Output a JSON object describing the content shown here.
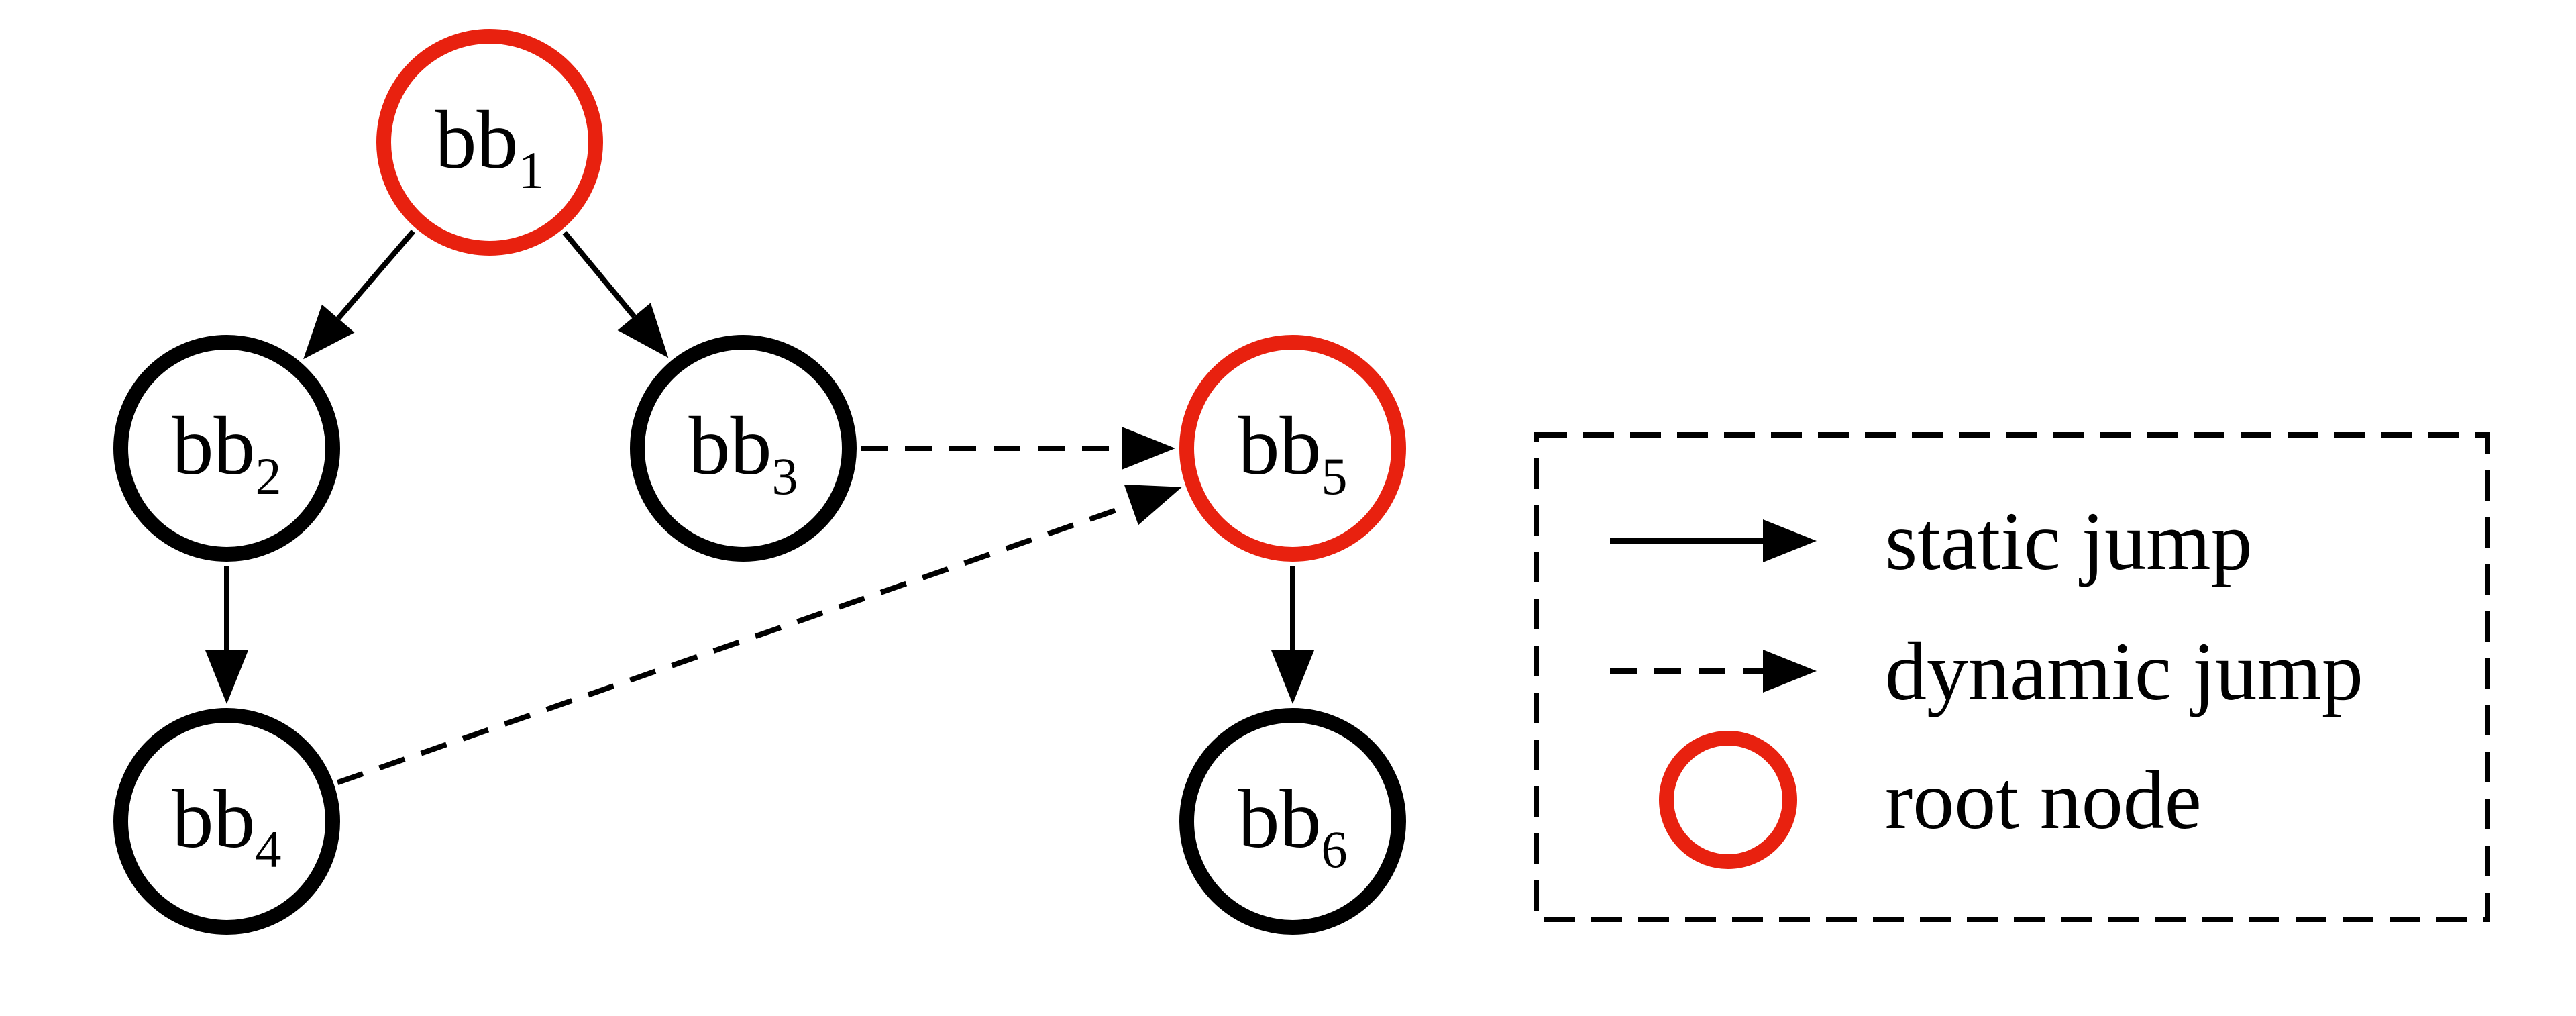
{
  "diagram": {
    "nodes": [
      {
        "id": "bb1",
        "base": "bb",
        "sub": "1",
        "root": true
      },
      {
        "id": "bb2",
        "base": "bb",
        "sub": "2",
        "root": false
      },
      {
        "id": "bb3",
        "base": "bb",
        "sub": "3",
        "root": false
      },
      {
        "id": "bb4",
        "base": "bb",
        "sub": "4",
        "root": false
      },
      {
        "id": "bb5",
        "base": "bb",
        "sub": "5",
        "root": true
      },
      {
        "id": "bb6",
        "base": "bb",
        "sub": "6",
        "root": false
      }
    ],
    "edges": [
      {
        "from": "bb1",
        "to": "bb2",
        "kind": "static"
      },
      {
        "from": "bb1",
        "to": "bb3",
        "kind": "static"
      },
      {
        "from": "bb2",
        "to": "bb4",
        "kind": "static"
      },
      {
        "from": "bb3",
        "to": "bb5",
        "kind": "dynamic"
      },
      {
        "from": "bb4",
        "to": "bb5",
        "kind": "dynamic"
      },
      {
        "from": "bb5",
        "to": "bb6",
        "kind": "static"
      }
    ]
  },
  "legend": {
    "static": "static jump",
    "dynamic": "dynamic jump",
    "root": "root node"
  },
  "colors": {
    "root_stroke": "#e8210f",
    "node_stroke": "#000000",
    "edge": "#000000"
  }
}
